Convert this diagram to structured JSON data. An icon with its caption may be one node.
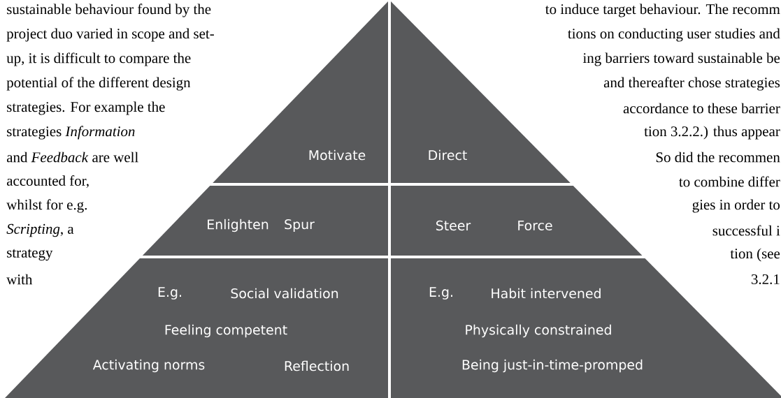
{
  "diagram": {
    "nodes": [
      {
        "text": [
          "Motivate"
        ]
      },
      {
        "text": [
          "Direct"
        ]
      },
      {
        "text": [
          "Enlighten",
          "Spur"
        ]
      },
      {
        "text": [
          "Steer",
          "Force"
        ]
      },
      {
        "text": [
          "E.g.",
          "Social validation",
          "Feeling competent",
          "Activating norms",
          "Reflection"
        ]
      },
      {
        "text": [
          "E.g.",
          "Habit intervened",
          "Physically constrained",
          "Being just-in-time-promped"
        ]
      }
    ],
    "labels": [
      "sustainable behaviour found by the",
      "project duo varied in scope and set-",
      "up, it is difficult to compare the",
      "potential of the different design",
      "strategies. For example the",
      "strategies *Information*",
      "and *Feedback* are well",
      "accounted for,",
      "whilst for e.g.",
      "*Scripting*, a",
      "strategy",
      "with",
      "to induce target behaviour. The recomm",
      "tions on conducting user studies and",
      "ing barriers toward sustainable be",
      "and thereafter chose strategies",
      "accordance to these barrier",
      "tion 3.2.2.) thus appear",
      "So did the recommen",
      "to combine differ",
      "gies in order to",
      "successful i",
      "tion (see",
      "3.2.1"
    ]
  }
}
